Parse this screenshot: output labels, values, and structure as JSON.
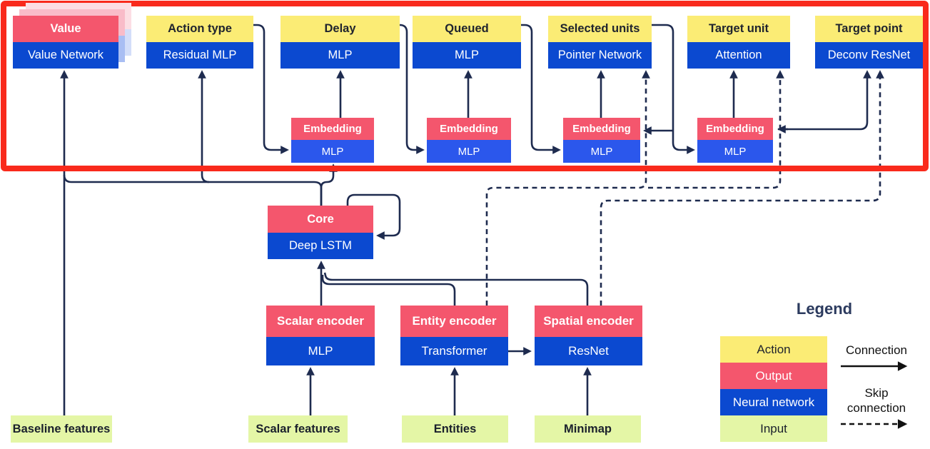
{
  "diagram": {
    "top_row": [
      {
        "title": "Value",
        "network": "Value Network",
        "type": "output"
      },
      {
        "title": "Action type",
        "network": "Residual MLP",
        "type": "action"
      },
      {
        "title": "Delay",
        "network": "MLP",
        "type": "action"
      },
      {
        "title": "Queued",
        "network": "MLP",
        "type": "action"
      },
      {
        "title": "Selected units",
        "network": "Pointer Network",
        "type": "action"
      },
      {
        "title": "Target unit",
        "network": "Attention",
        "type": "action"
      },
      {
        "title": "Target point",
        "network": "Deconv ResNet",
        "type": "action"
      }
    ],
    "embeddings": [
      {
        "title": "Embedding",
        "network": "MLP"
      },
      {
        "title": "Embedding",
        "network": "MLP"
      },
      {
        "title": "Embedding",
        "network": "MLP"
      },
      {
        "title": "Embedding",
        "network": "MLP"
      }
    ],
    "core": {
      "title": "Core",
      "network": "Deep LSTM"
    },
    "encoders": [
      {
        "title": "Scalar encoder",
        "network": "MLP"
      },
      {
        "title": "Entity encoder",
        "network": "Transformer"
      },
      {
        "title": "Spatial encoder",
        "network": "ResNet"
      }
    ],
    "inputs": [
      "Baseline features",
      "Scalar features",
      "Entities",
      "Minimap"
    ]
  },
  "legend": {
    "title": "Legend",
    "swatches": [
      {
        "label": "Action",
        "type": "action"
      },
      {
        "label": "Output",
        "type": "output"
      },
      {
        "label": "Neural network",
        "type": "network"
      },
      {
        "label": "Input",
        "type": "input"
      }
    ],
    "connection_label": "Connection",
    "skip_connection_label_1": "Skip",
    "skip_connection_label_2": "connection"
  },
  "colors": {
    "action": "#FBEC75",
    "output": "#F4566D",
    "neural_network": "#0B49D0",
    "embedding_network": "#2B57EC",
    "input": "#E4F6A6",
    "connector": "#1E2B4F",
    "highlight_border": "#F92A1C"
  }
}
